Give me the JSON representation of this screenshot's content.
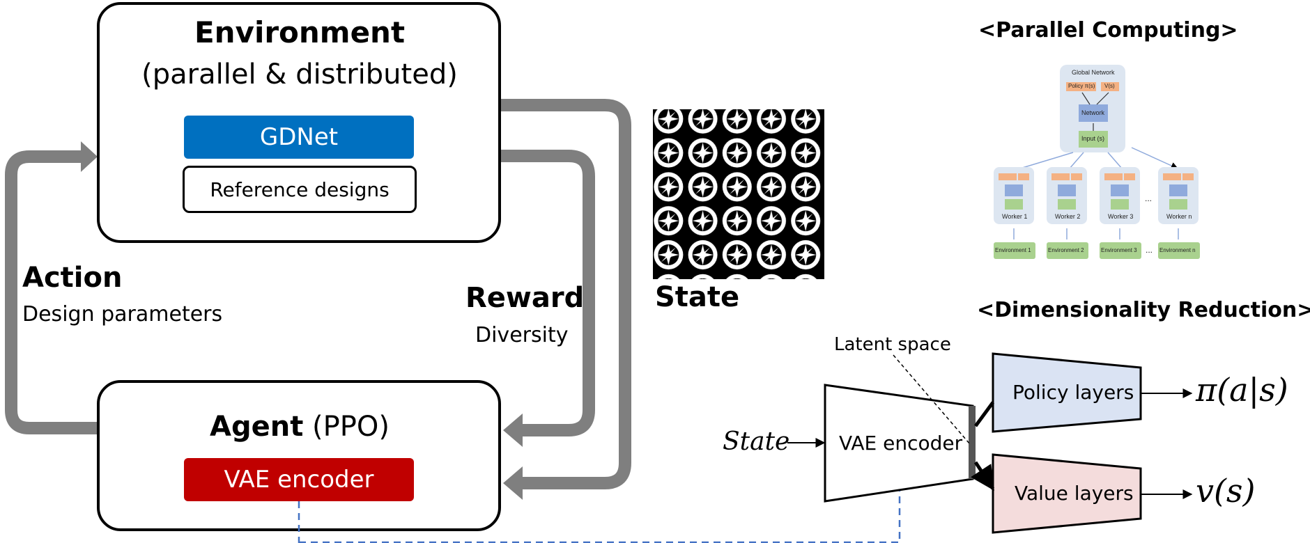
{
  "environment": {
    "title": "Environment",
    "subtitle": "(parallel & distributed)",
    "gdnet_label": "GDNet",
    "reference_label": "Reference designs"
  },
  "agent": {
    "title_bold": "Agent",
    "title_rest": " (PPO)",
    "vae_label": "VAE encoder"
  },
  "action": {
    "title": "Action",
    "subtitle": "Design parameters"
  },
  "reward": {
    "title": "Reward",
    "subtitle": "Diversity"
  },
  "state": {
    "title": "State"
  },
  "parallel_computing": {
    "title": "<Parallel Computing>",
    "global_network": "Global Network",
    "policy": "Policy π(s)",
    "value": "V(s)",
    "network": "Network",
    "input": "Input (s)",
    "workers": [
      "Worker 1",
      "Worker 2",
      "Worker 3",
      "Worker n"
    ],
    "environments": [
      "Environment 1",
      "Environment 2",
      "Environment 3",
      "Environment n"
    ],
    "ellipsis": "..."
  },
  "dimensionality_reduction": {
    "title": "<Dimensionality Reduction>",
    "latent_space": "Latent space",
    "vae_encoder": "VAE encoder",
    "policy_layers": "Policy layers",
    "value_layers": "Value layers",
    "state_input": "State",
    "policy_output": "π(a|s)",
    "value_output": "v(s)"
  },
  "colors": {
    "gdnet": "#0070c0",
    "vae": "#c00000",
    "arrow_gray": "#7f7f7f",
    "policy_fill": "#dae3f3",
    "value_fill": "#f4dcdc",
    "dashed_link": "#4472c4"
  }
}
